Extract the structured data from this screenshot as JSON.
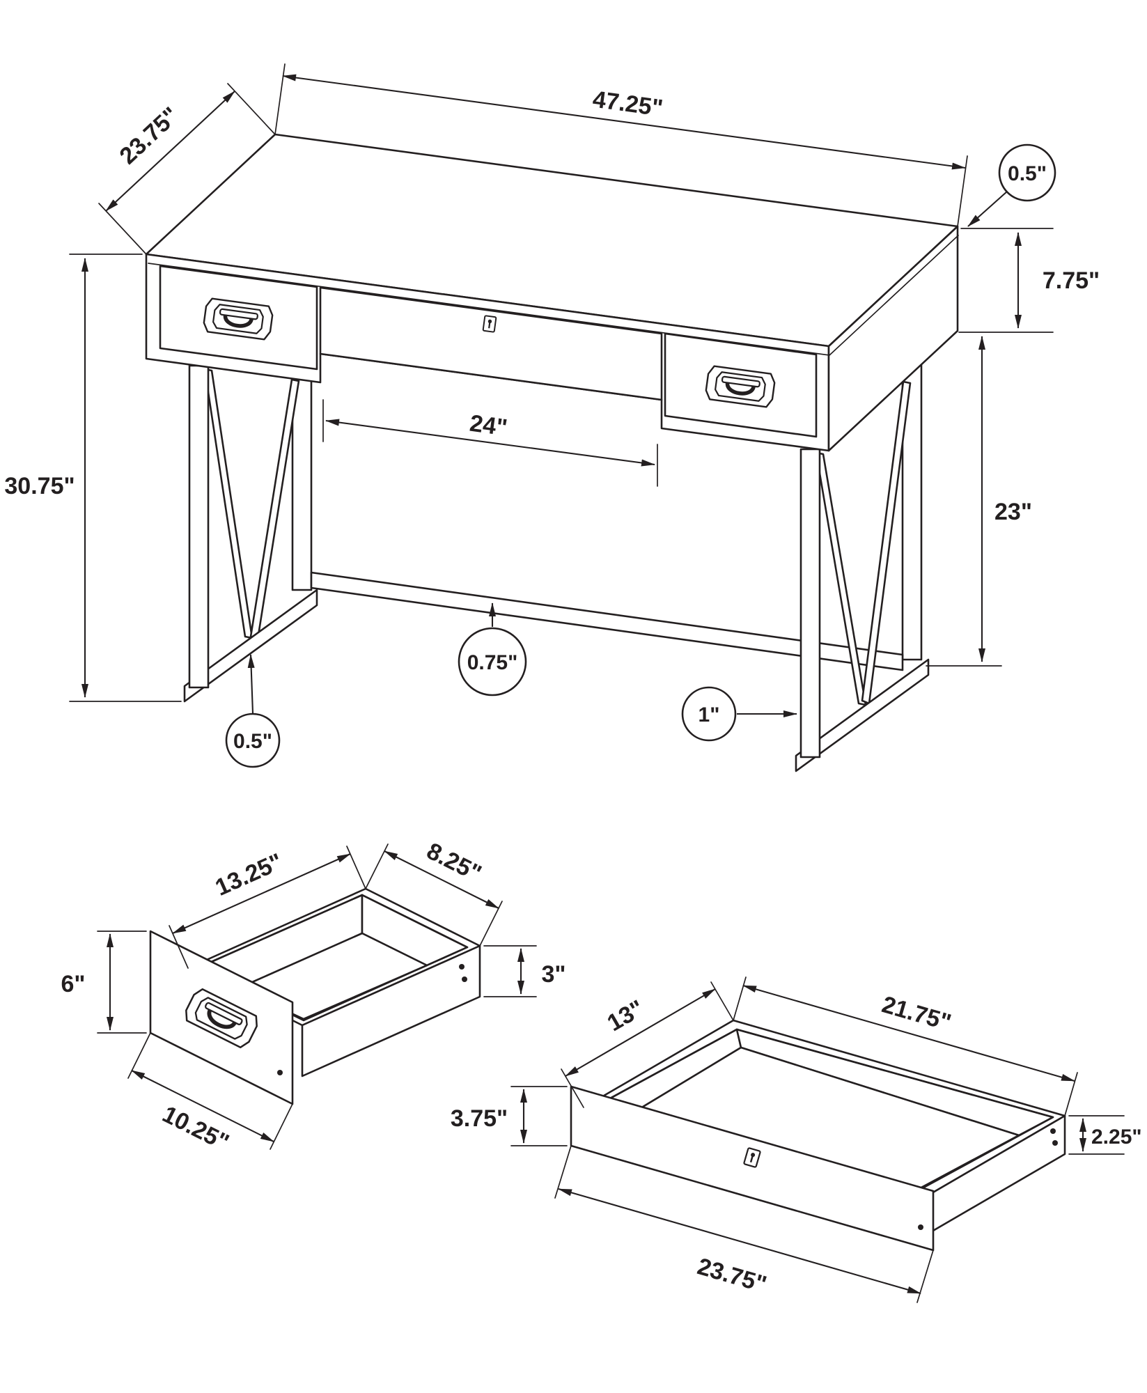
{
  "page": {
    "background_color": "#ffffff",
    "line_color": "#231f20",
    "description": "Assembly dimension drawing of a campaign-style writing desk with two drawer boxes shown separately"
  },
  "desk": {
    "width_label": "47.25\"",
    "depth_label": "23.75\"",
    "top_thickness_label": "0.5\"",
    "apron_height_label": "7.75\"",
    "overall_height_label": "30.75\"",
    "knee_clearance_label": "24\"",
    "leg_height_label": "23\"",
    "stretcher_thickness_label": "0.75\"",
    "leg_post_width_label": "1\"",
    "brace_thickness_label": "0.5\""
  },
  "side_drawer": {
    "inner_depth_label": "13.25\"",
    "inner_width_label": "8.25\"",
    "face_height_label": "6\"",
    "box_height_label": "3\"",
    "face_width_label": "10.25\""
  },
  "center_drawer": {
    "inner_depth_label": "13\"",
    "inner_width_label": "21.75\"",
    "face_height_label": "3.75\"",
    "box_height_label": "2.25\"",
    "face_width_label": "23.75\""
  }
}
